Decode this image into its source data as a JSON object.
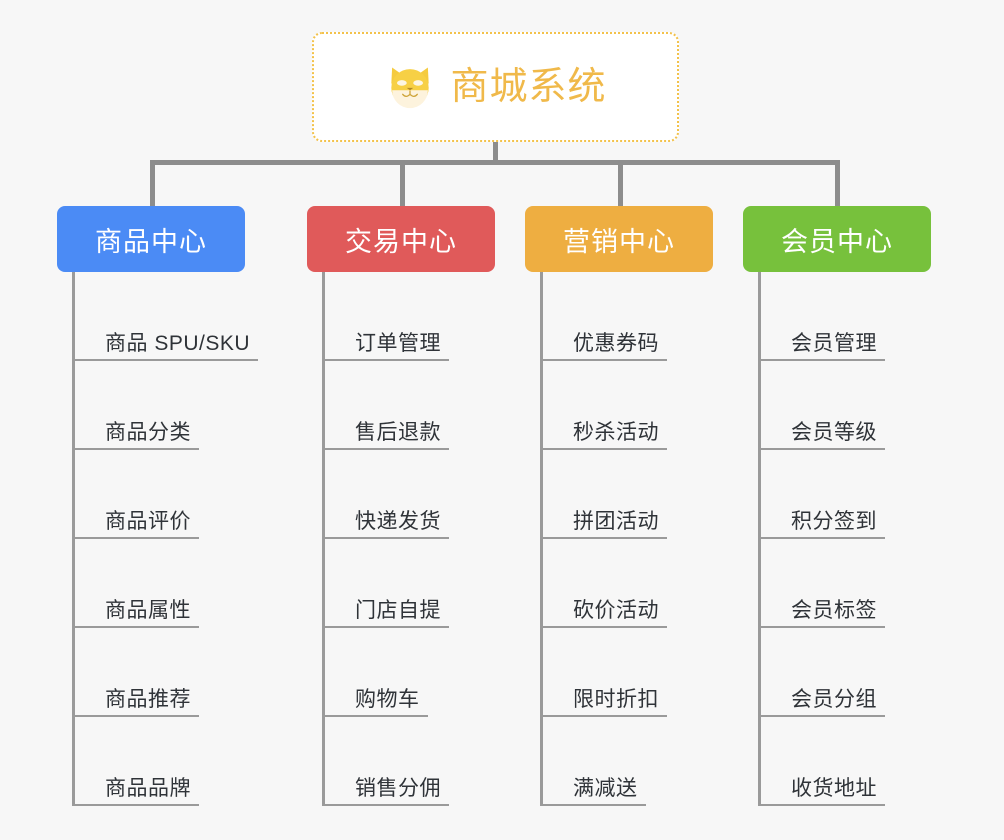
{
  "background_color": "#f7f7f7",
  "root": {
    "title": "商城系统",
    "icon": "shiba-dog-face-icon",
    "text_color": "#f0b94a",
    "border_color": "#f3c24b",
    "background": "#ffffff"
  },
  "columns": [
    {
      "header": "商品中心",
      "color": "#4b8bf5",
      "items": [
        "商品 SPU/SKU",
        "商品分类",
        "商品评价",
        "商品属性",
        "商品推荐",
        "商品品牌"
      ]
    },
    {
      "header": "交易中心",
      "color": "#e05a5a",
      "items": [
        "订单管理",
        "售后退款",
        "快递发货",
        "门店自提",
        "购物车",
        "销售分佣"
      ]
    },
    {
      "header": "营销中心",
      "color": "#eeae41",
      "items": [
        "优惠券码",
        "秒杀活动",
        "拼团活动",
        "砍价活动",
        "限时折扣",
        "满减送"
      ]
    },
    {
      "header": "会员中心",
      "color": "#77c13c",
      "items": [
        "会员管理",
        "会员等级",
        "积分签到",
        "会员标签",
        "会员分组",
        "收货地址"
      ]
    }
  ],
  "connector_color": "#8d8d8d",
  "rule_color": "#9a9a9a",
  "leaf_text_color": "#2f3338"
}
